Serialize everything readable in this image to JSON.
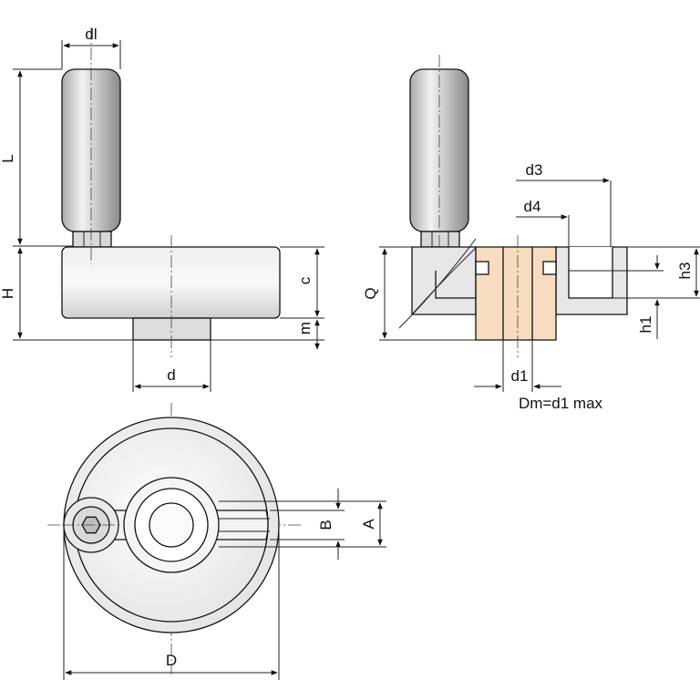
{
  "drawing": {
    "labels": {
      "dl": "dl",
      "L": "L",
      "H": "H",
      "c": "c",
      "m": "m",
      "d": "d",
      "d3": "d3",
      "d4": "d4",
      "Q": "Q",
      "h3": "h3",
      "h1": "h1",
      "d1": "d1",
      "dm_note": "Dm=d1 max",
      "B": "B",
      "A": "A",
      "D": "D"
    },
    "colors": {
      "hub_section": "#f7dcc0",
      "body_fill": "#e7e7e7",
      "handle_fill": "#dcdcdc",
      "line": "#111111"
    }
  }
}
